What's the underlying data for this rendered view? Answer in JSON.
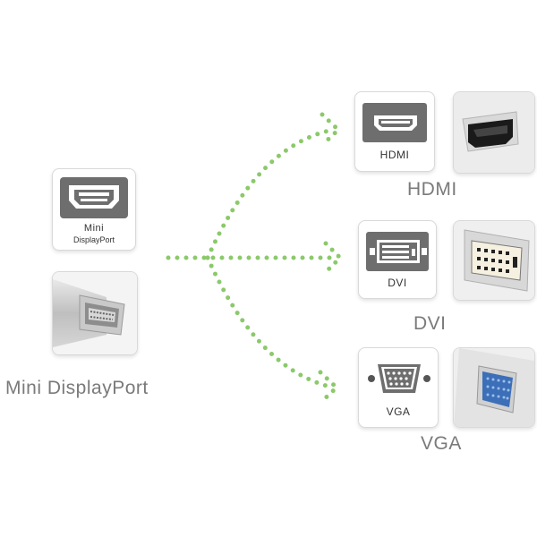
{
  "source": {
    "title": "Mini DisplayPort",
    "card_line1": "Mini",
    "card_line2": "DisplayPort"
  },
  "outputs": [
    {
      "id": "hdmi",
      "card_label": "HDMI",
      "big_label": "HDMI"
    },
    {
      "id": "dvi",
      "card_label": "DVI",
      "big_label": "DVI"
    },
    {
      "id": "vga",
      "card_label": "VGA",
      "big_label": "VGA"
    }
  ],
  "colors": {
    "dots": "#8bc96a",
    "icon_tile": "#6e6e6e",
    "label_grey": "#7a7a7a"
  }
}
